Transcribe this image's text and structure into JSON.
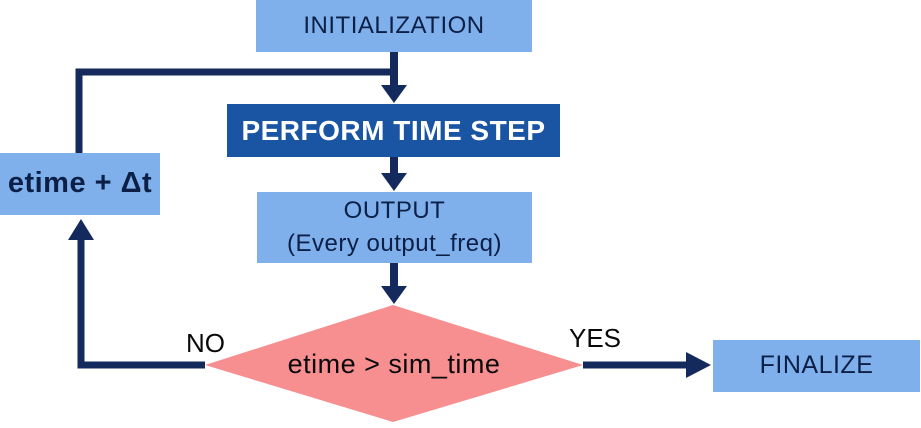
{
  "diagram": {
    "nodes": {
      "initialization": {
        "label": "INITIALIZATION",
        "shape": "rect"
      },
      "perform_time_step": {
        "label": "PERFORM TIME STEP",
        "shape": "rect"
      },
      "output": {
        "label_line1": "OUTPUT",
        "label_line2": "(Every output_freq)",
        "shape": "rect"
      },
      "etime_increment": {
        "label": "etime + Δt",
        "shape": "rect"
      },
      "decision": {
        "label": "etime > sim_time",
        "shape": "diamond"
      },
      "finalize": {
        "label": "FINALIZE",
        "shape": "rect"
      }
    },
    "edge_labels": {
      "no": "NO",
      "yes": "YES"
    },
    "edges": [
      "initialization -> perform_time_step",
      "perform_time_step -> output",
      "output -> decision",
      "decision -NO-> etime_increment",
      "etime_increment -> perform_time_step (loop back)",
      "decision -YES-> finalize"
    ]
  },
  "colors": {
    "light_blue": "#7fb0eb",
    "dark_blue": "#1a55a4",
    "navy": "#152a5c",
    "pink": "#f78f90",
    "text_navy": "#0c1f47",
    "label_black": "#0a0a0a",
    "bg": "#ffffff"
  }
}
